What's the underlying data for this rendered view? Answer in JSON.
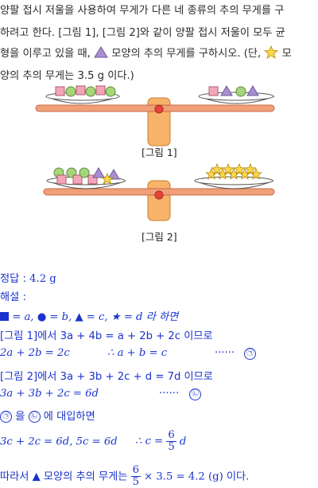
{
  "problem": {
    "line1": "양팔 접시 저울을 사용하여 무게가 다른 네 종류의 추의 무게를 구",
    "line2": "하려고 한다. [그림 1], [그림 2]와 같이 양팔 접시 저울이 모두 균",
    "line3_pre": "형을 이루고 있을 때,",
    "line3_mid": "모양의 추의 무게를 구하시오. (단,",
    "line3_end": "모",
    "line4": "양의 추의 무게는 3.5 g 이다.)"
  },
  "figures": {
    "caption1": "[그림 1]",
    "caption2": "[그림 2]",
    "colors": {
      "beam": "#f0a078",
      "post": "#f7b36a",
      "pivot": "#e8443a",
      "square": "#f4a6b8",
      "circle": "#a6d67a",
      "triangle": "#a98fd0",
      "star": "#ffd84a"
    }
  },
  "solution": {
    "answer_label": "정답 :",
    "answer_value": "4.2 g",
    "explain_label": "해설 :",
    "legend": "= a,  ● = b,  ▲ = c,  ★ = d 라 하면",
    "r1": "[그림 1]에서  3a + 4b = a + 2b + 2c 이므로",
    "r2a": "2a + 2b = 2c",
    "r2b": "∴  a + b = c",
    "r2c": "······",
    "mark1": "㉠",
    "r3": "[그림 2]에서  3a + 3b + 2c + d = 7d 이므로",
    "r4a": "3a + 3b + 2c = 6d",
    "r4b": "······",
    "mark2": "㉡",
    "r5_m1": "㉠",
    "r5_mid": "을",
    "r5_m2": "㉡",
    "r5_end": "에 대입하면",
    "r6a": "3c + 2c = 6d,  5c = 6d",
    "r6b": "∴  c =",
    "r6_num": "6",
    "r6_den": "5",
    "r6_end": "d",
    "r7_pre": "따라서 ▲ 모양의 추의 무게는",
    "r7_num": "6",
    "r7_den": "5",
    "r7_end": "× 3.5 = 4.2 (g) 이다."
  }
}
